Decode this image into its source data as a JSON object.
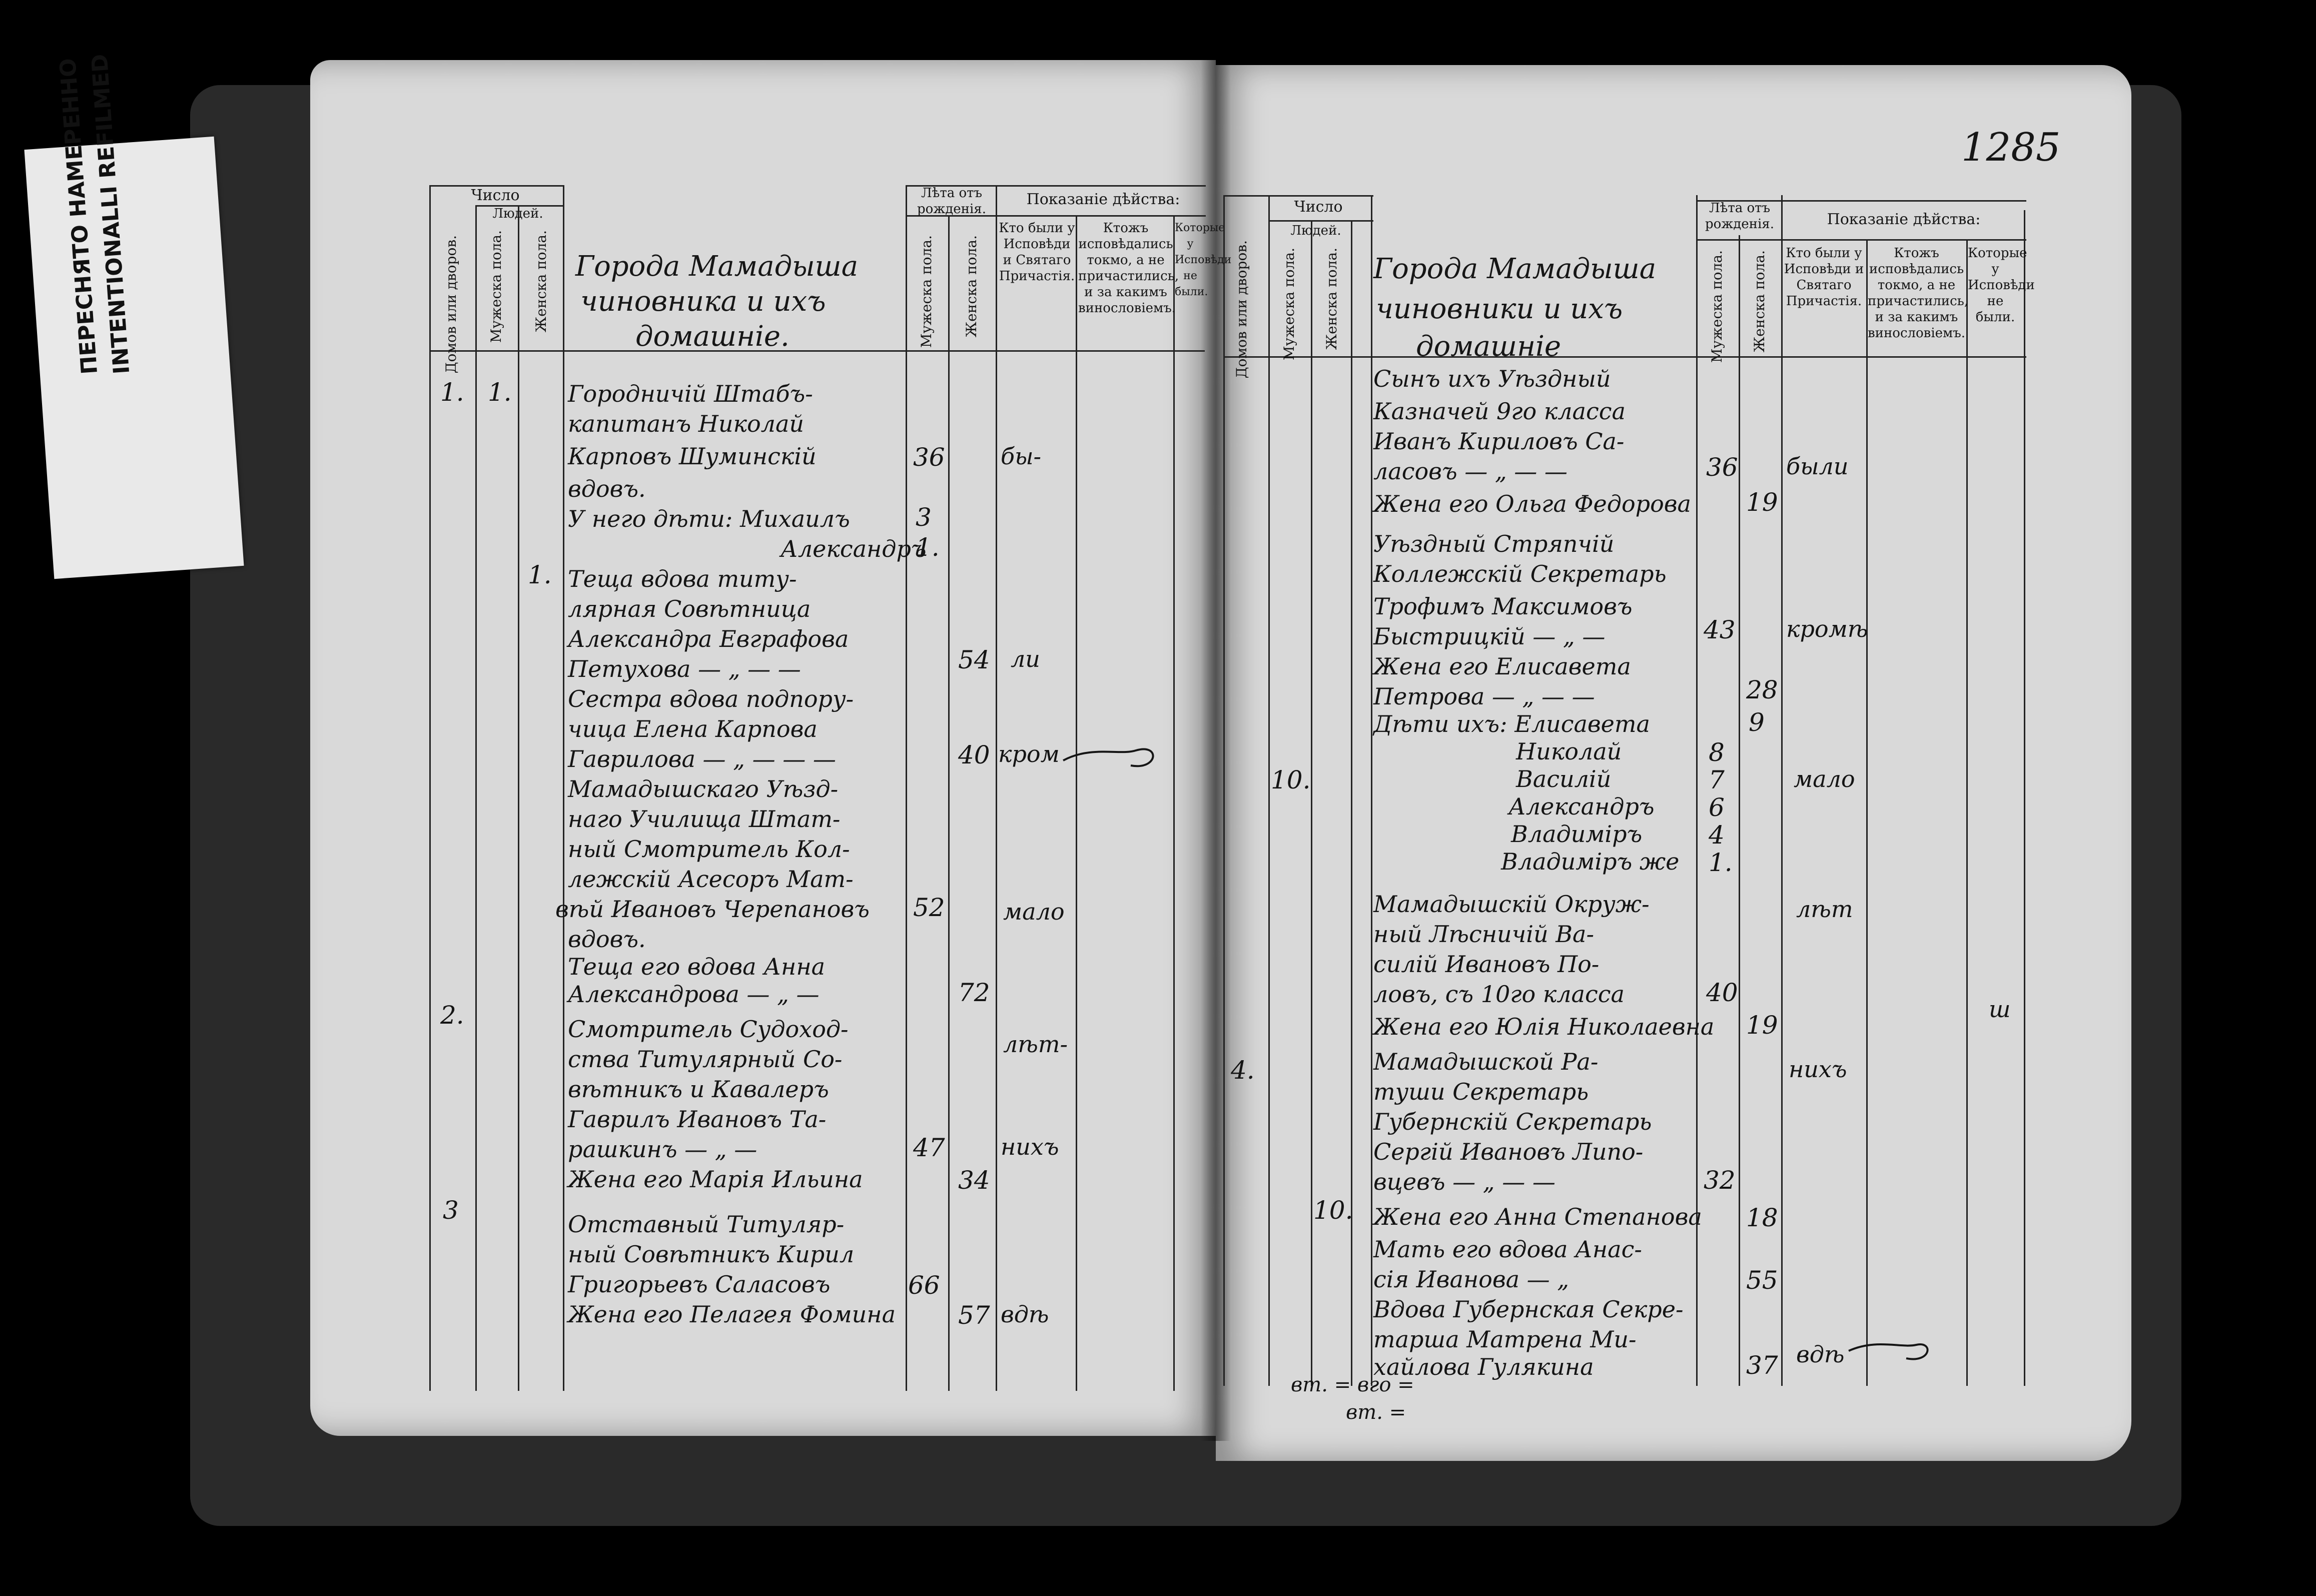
{
  "label": {
    "line1": "ПЕРЕСНЯТО НАМЕРЕННО",
    "line2": "INTENTIONALLI REFILMED"
  },
  "folio": "1285",
  "header": {
    "chislo": "Число",
    "lyudei": "Людей.",
    "domov": "Домов или дворов.",
    "muzh": "Мужеска пола.",
    "zhen": "Женска пола.",
    "leta": "Лѣта отъ рожденія.",
    "leta_muzh": "Мужеска пола.",
    "leta_zhen": "Женска пола.",
    "pokazanie": "Показаніе дѣйства:",
    "c1": "Кто были у Исповѣди и Святаго Причастія.",
    "c2": "Ктожъ исповѣдались токмо, а не причастились, и за какимъ винословіемъ.",
    "c3": "Которые у Исповѣди не были."
  },
  "left": {
    "title1": "Города Мамадыша",
    "title2": "чиновника и ихъ",
    "title3": "домашніе.",
    "domov": [
      "1.",
      "2.",
      "3"
    ],
    "muzh": [
      "1.",
      "1."
    ],
    "entries": [
      "Городничій Штабъ-",
      "капитанъ Николай",
      "Карповъ Шуминскій",
      "вдовъ.",
      "У него дѣти: Михаилъ",
      "Александръ",
      "Теща вдова титу-",
      "лярная Совѣтница",
      "Александра Евграфова",
      "Петухова — „ — —",
      "Сестра вдова подпору-",
      "чица Елена Карпова",
      "Гаврилова — „ — — —",
      "Мамадышскаго Уѣзд-",
      "наго Училища Штат-",
      "ный Смотритель Кол-",
      "лежскій Асесоръ Мат-",
      "вѣй Ивановъ Черепановъ",
      "вдовъ.",
      "Теща его вдова Анна",
      "Александрова — „ —",
      "Смотритель Судоход-",
      "ства Титулярный Со-",
      "вѣтникъ и Кавалеръ",
      "Гаврилъ Ивановъ Та-",
      "рашкинъ — „ —",
      "Жена его Марія Ильина",
      "Отставный Титуляр-",
      "ный Совѣтникъ Кирил",
      "Григорьевъ Саласовъ",
      "Жена его Пелагея Фомина"
    ],
    "ages_m": [
      "36",
      "3",
      "1.",
      "52",
      "47",
      "66"
    ],
    "ages_f": [
      "54",
      "40",
      "72",
      "34",
      "57"
    ],
    "marks": [
      "бы-",
      "ли",
      "кром",
      "мало",
      "лѣт-",
      "нихъ",
      "вдѣ"
    ]
  },
  "right": {
    "title1": "Города Мамадыша",
    "title2": "чиновники и ихъ",
    "title3": "домашніе",
    "domov": [
      "10.",
      "4.",
      "10."
    ],
    "entries": [
      "Сынъ ихъ Уѣздный",
      "Казначей 9го класса",
      "Иванъ Кириловъ Са-",
      "ласовъ — „ — —",
      "Жена его Ольга Федорова",
      "Уѣздный Стряпчій",
      "Коллежскій Секретарь",
      "Трофимъ Максимовъ",
      "Быстрицкій — „ —",
      "Жена его Елисавета",
      "Петрова — „ — —",
      "Дѣти ихъ: Елисавета",
      "Николай",
      "Василій",
      "Александръ",
      "Владиміръ",
      "Владиміръ же",
      "Мамадышскій Окруж-",
      "ный Лѣсничій Ва-",
      "силій Ивановъ По-",
      "ловъ, съ 10го класса",
      "Жена его Юлія Николаевна",
      "Мамадышской Ра-",
      "туши Секретарь",
      "Губернскій Секретарь",
      "Сергій Ивановъ Липо-",
      "вцевъ — „ — —",
      "Жена его Анна Степанова",
      "Мать его вдова Анас-",
      "сія Иванова — „",
      "Вдова Губернская Секре-",
      "тарша Матрена Ми-",
      "хайлова Гулякина"
    ],
    "ages_m": [
      "36",
      "43",
      "8",
      "7",
      "6",
      "4",
      "1.",
      "40",
      "32"
    ],
    "ages_f": [
      "19",
      "28",
      "9",
      "19",
      "18",
      "55",
      "37"
    ],
    "marks": [
      "были",
      "кромѣ",
      "мало",
      "лѣт",
      "нихъ",
      "вдѣ"
    ],
    "far_marks": [
      "ш"
    ],
    "footer1": "вт. = вго =",
    "footer2": "вт. ="
  }
}
